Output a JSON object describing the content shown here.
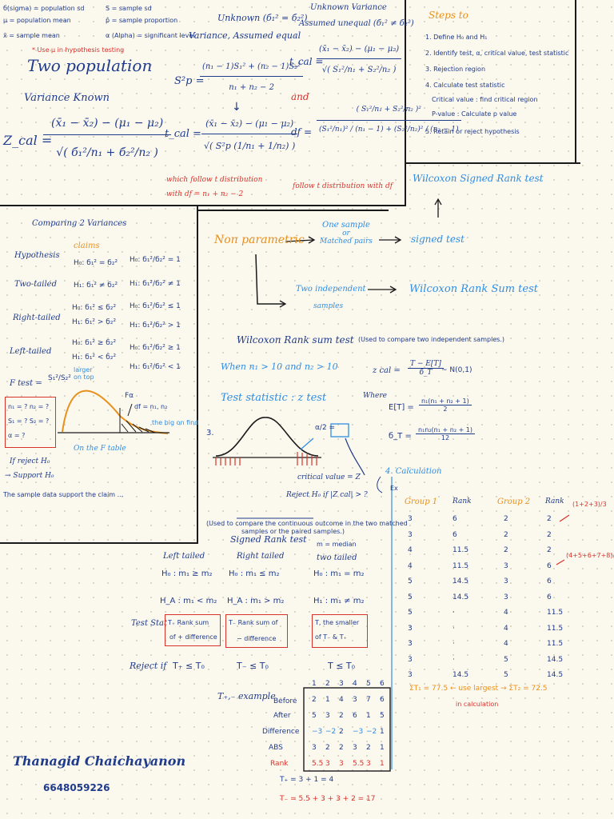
{
  "legend": {
    "sigma": "б(sigma) = population sd",
    "mu": "μ = population mean",
    "xbar": "x̄ = sample mean",
    "s": "S = sample sd",
    "phat": "p̂ = sample proportion",
    "alpha": "α (Alpha) = significant level",
    "note": "* Use μ in hypothesis testing"
  },
  "two_population": {
    "title": "Two population",
    "variance_known": "Variance Known",
    "z_formula_lhs": "Z_cal =",
    "z_formula_num": "(x̄₁ − x̄₂) − (μ₁ − μ₂)",
    "z_formula_den": "√( б₁²/n₁ + б₂²/n₂ )"
  },
  "equal_var": {
    "heading_1": "Unknown (б₁² = б₂²)",
    "heading_2": "Variance, Assumed equal",
    "sp_lhs": "S²p =",
    "sp_num": "(n₁ − 1)S₁² + (n₂ − 1)S₂²",
    "sp_den": "n₁ + n₂ − 2",
    "t_lhs": "t_cal =",
    "t_num": "(x̄₁ − x̄₂) − (μ₁ − μ₂)",
    "t_den": "√( S²p (1/n₁ + 1/n₂) )",
    "note_1": "which follow t distribution",
    "note_2": "with df = n₁ + n₂ − 2"
  },
  "unequal_var": {
    "heading_1": "Unknown Variance",
    "heading_2": "Assumed unequal (б₁² ≠ б₂²)",
    "t_lhs": "t_cal =",
    "t_num": "(x̄₁ − x̄₂) − (μ₁ − μ₂)",
    "t_den": "√( S₁²/n₁ + S₂²/n₂ )",
    "and": "and",
    "df_lhs": "df =",
    "df_num": "( S₁²/n₁ + S₂²/n₂ )²",
    "df_den_a": "(S₁²/n₁)² / (n₁ − 1)",
    "df_den_b": "+ (S₂²/n₂)² / (n₂ − 1)",
    "note": "follow t distribution with df"
  },
  "steps": {
    "title": "Steps to",
    "items": [
      "1. Define H₀ and H₁",
      "2. Identify test, α, critical value, test statistic",
      "3. Rejection region",
      "4. Calculate test statistic",
      "Critical value : find critical region",
      "P-value : Calculate p value",
      "5. Retain or reject hypothesis"
    ]
  },
  "comparing_variances": {
    "title": "Comparing 2 Variances",
    "claims": "claims",
    "hypothesis": "Hypothesis",
    "h_pair_1a": "H₀: б₁² = б₂²",
    "h_pair_1b": "H₀: б₁²/б₂² = 1",
    "two_tailed": "Two-tailed",
    "h_two_a": "H₁: б₁² ≠ б₂²",
    "h_two_b": "H₁: б₁²/б₂² ≠ 1",
    "right_tailed": "Right-tailed",
    "h_right_a0": "H₀: б₁² ≤ б₂²",
    "h_right_a1": "H₁: б₁² > б₂²",
    "h_right_b0": "H₀: б₁²/б₂² ≤ 1",
    "h_right_b1": "H₁: б₁²/б₂² > 1",
    "left_tailed": "Left-tailed",
    "h_left_a0": "H₀: б₁² ≥ б₂²",
    "h_left_a1": "H₁: б₁² < б₂²",
    "h_left_b0": "H₀: б₁²/б₂² ≥ 1",
    "h_left_b1": "H₁: б₁²/б₂² < 1",
    "f_test": "F test =",
    "f_frac": "S₁²/S₂²",
    "larger": "larger on top",
    "box_1": "n₁ = ?   n₂ = ?",
    "box_2": "S₁ = ?   S₂ = ?",
    "box_3": "α = ?",
    "fa": "Fα",
    "df_label": "df = n₁, n₂",
    "big_on_find": "the big on find",
    "on_f_table": "On the F table",
    "if_reject": "If reject H₀",
    "support": "→ Support H₀",
    "conclusion": "The sample data support the claim ..."
  },
  "nonparametric": {
    "label": "Non parametric",
    "one_sample_1": "One sample",
    "one_sample_2": "or",
    "one_sample_3": "Matched pairs",
    "signed_test": "signed test",
    "wilcoxon_signed": "Wilcoxon Signed Rank test",
    "two_indep_1": "Two independent",
    "two_indep_2": "samples",
    "wilcoxon_sum": "Wilcoxon Rank Sum test"
  },
  "rank_sum": {
    "title": "Wilcoxon Rank sum test",
    "purpose": "(Used to compare two independent samples.)",
    "when": "When n₁ > 10 and n₂ > 10",
    "z_lhs": "z cal =",
    "z_num": "T − E[T]",
    "z_den": "б_T",
    "z_dist": "~ N(0,1)",
    "test_stat": "Test statistic : z test",
    "where": "Where",
    "et_lhs": "E[T] =",
    "et_num": "n₁(n₁ + n₂ + 1)",
    "et_den": "2",
    "sd_lhs": "б_T =",
    "sd_num": "n₁n₂(n₁ + n₂ + 1)",
    "sd_den": "12",
    "step3": "3.",
    "alpha_half": "α/2 =",
    "critical": "critical value = Z",
    "reject": "Reject H₀ if |Z cal| > ?",
    "step4": "4. Calculation",
    "ex": "Ex"
  },
  "groups": {
    "headers": [
      "Group 1",
      "Rank",
      "Group 2",
      "Rank"
    ],
    "rows": [
      [
        "3",
        "6",
        "2",
        "2"
      ],
      [
        "3",
        "6",
        "2",
        "2"
      ],
      [
        "4",
        "11.5",
        "2",
        "2"
      ],
      [
        "4",
        "11.5",
        "3",
        "6"
      ],
      [
        "5",
        "14.5",
        "3",
        "6"
      ],
      [
        "5",
        "14.5",
        "3",
        "6"
      ],
      [
        "5",
        "·",
        "4",
        "11.5"
      ],
      [
        "3",
        "·",
        "4",
        "11.5"
      ],
      [
        "3",
        "·",
        "4",
        "11.5"
      ],
      [
        "3",
        "·",
        "5",
        "14.5"
      ],
      [
        "3",
        "14.5",
        "5",
        "14.5"
      ]
    ],
    "note_a": "(1+2+3)/3",
    "note_b": "(4+5+6+7+8)/5",
    "sum_line": "ΣT₁ = 77.5 ← use largest → ΣT₂ = 72.5",
    "sum_note": "in calculation"
  },
  "signed_rank": {
    "purpose_1": "(Used to compare the continuous outcome in the two matched",
    "purpose_2": "samples or the paired samples.)",
    "title": "Signed Rank test",
    "median": "m = median",
    "left": "Left tailed",
    "right": "Right tailed",
    "two": "two tailed",
    "h0_left": "H₀ : m₁ ≥ m₂",
    "h0_right": "H₀ : m₁ ≤ m₂",
    "h0_two": "H₀ : m₁ = m₂",
    "ha_left": "H_A : m₁ < m₂",
    "ha_right": "H_A : m₁ > m₂",
    "ha_two": "H₁ : m₁ ≠ m₂",
    "test_stat": "Test Stat",
    "box_left_1": "T₊ Rank sum",
    "box_left_2": "of + difference",
    "box_right_1": "T₋ Rank sum of",
    "box_right_2": "− difference",
    "box_two_1": "T, the smaller",
    "box_two_2": "of T₋ & T₊",
    "reject": "Reject if",
    "rej_left": "T₊ ≤ T₀",
    "rej_right": "T₋ ≤ T₀",
    "rej_two": "T ≤ T₀",
    "example": "T₊,₋ example",
    "table_cols": [
      "1",
      "2",
      "3",
      "4",
      "5",
      "6"
    ],
    "row_labels": [
      "Before",
      "After",
      "Difference",
      "ABS",
      "Rank"
    ],
    "before": [
      "2",
      "1",
      "4",
      "3",
      "7",
      "6"
    ],
    "after": [
      "5",
      "3",
      "2",
      "6",
      "1",
      "5"
    ],
    "difference": [
      "−3",
      "−2",
      "2",
      "−3",
      "−2",
      "1"
    ],
    "abs": [
      "3",
      "2",
      "2",
      "3",
      "2",
      "1"
    ],
    "rank": [
      "5.5",
      "3",
      "3",
      "5.5",
      "3",
      "1"
    ],
    "t_plus": "T₊ = 3 + 1 = 4",
    "t_minus": "T₋ = 5.5 + 3 + 3 + 2 = 17"
  },
  "author": {
    "name": "Thanagid Chaichayanon",
    "id": "6648059226"
  }
}
